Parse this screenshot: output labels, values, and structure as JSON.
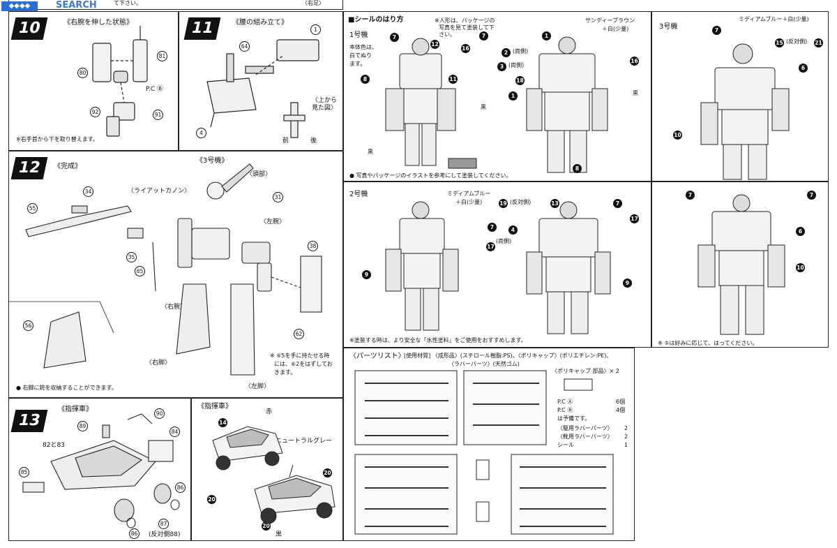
{
  "header": {
    "watermark": "SEARCH",
    "top_fragment_1": "て下さい。",
    "top_fragment_2": "〈右足〉"
  },
  "step10": {
    "number": "10",
    "title": "《右腕を伸した状態》",
    "part_81": "81",
    "part_80": "80",
    "pcb": "P.C Ⓑ",
    "part_92": "92",
    "part_91": "91",
    "note": "※右手首から下を取り替えます。"
  },
  "step11": {
    "number": "11",
    "title": "《腰の組み立て》",
    "part_1": "1",
    "part_64": "64",
    "part_4": "4",
    "view_note_1": "〈上から",
    "view_note_2": "見た図〉",
    "front": "前",
    "back": "後"
  },
  "step12": {
    "number": "12",
    "title": "《完成》",
    "unit": "《3号機》",
    "head": "〈頭部〉",
    "rifle": "〈ライアットカノン〉",
    "part_34": "34",
    "part_55": "55",
    "part_35": "35",
    "part_31": "31",
    "left_arm": "〈左腕〉",
    "part_38": "38",
    "part_65": "65",
    "right_arm": "〈右腕〉",
    "part_62": "62",
    "part_56": "56",
    "right_leg": "〈右脚〉",
    "left_leg": "〈左脚〉",
    "note_1": "※ ⑥5を手に持たせる時",
    "note_2": "には、⑥2をはずしてお",
    "note_3": "きます。",
    "note_storage": "● 右脚に銃を収納することができます。"
  },
  "step13": {
    "number": "13",
    "title": "《指揮車》",
    "part_90": "90",
    "part_89": "89",
    "part_84": "84",
    "part_82_83": "82と83",
    "part_85": "85",
    "part_86a": "86",
    "part_87": "87",
    "part_86b": "86",
    "mirror": "(反対側88)"
  },
  "vehicle_paint": {
    "title": "《指揮車》",
    "red": "赤",
    "part_14": "14",
    "neutral_grey": "ニュートラルグレー",
    "part_20a": "20",
    "part_20b": "20",
    "part_20c": "20",
    "black": "黒"
  },
  "stickers": {
    "title": "■シールのはり方",
    "note_top_1": "※人形は、パッケージの",
    "note_top_2": "写真を見て塗装して下",
    "note_top_3": "さい。",
    "unit1": "1号機",
    "unit1_body_1": "本体色は、",
    "unit1_body_2": "白でぬり",
    "unit1_body_3": "ます。",
    "sandy_brown": "サンディーブラウン",
    "plus_white": "＋白(少量)",
    "both_sides_2": "(両側)",
    "both_sides_3": "(両側)",
    "black": "黒",
    "black_2": "黒",
    "black_3": "黒",
    "note_photo": "● 写真やパッケージのイラストを参考にして塗装してください。",
    "unit3": "3号機",
    "medium_blue": "ミディアムブルー＋白(少量)",
    "reverse_15_21": "(反対側)",
    "unit2": "2号機",
    "medium_blue_2": "ミディアムブルー",
    "plus_white_2": "＋白(少量)",
    "reverse_19_13": "(反対側)",
    "both_sides_4": "(両側)",
    "note_paint": "※塗装する時は、より安全な「水性塗料」をご使用をおすすめします。",
    "note_optional": "※ ⑤は好みに応じて、はってください。"
  },
  "parts_list": {
    "title": "〈パーツリスト〉",
    "materials_1": "[使用材質] 〈成形品〉(スチロール樹脂:PS)、〈ポリキャップ〉(ポリエチレン:PE)、",
    "materials_2": "〈ラバーパーツ〉(天然ゴム)",
    "polycap": "〈ポリキャップ 部品〉× 2",
    "pca": "P.C Ⓐ",
    "pca_qty": "6個",
    "pcb": "P.C Ⓑ",
    "pcb_qty": "4個",
    "spare": "は予備です。",
    "rubber_1": "〈駆用ラバーパーツ〉",
    "rubber_1_qty": "2",
    "rubber_2": "〈靴用ラバーパーツ〉",
    "rubber_2_qty": "2",
    "seal": "シール",
    "seal_qty": "1"
  },
  "sticker_numbers": {
    "u1": [
      "7",
      "12",
      "16",
      "11",
      "8",
      "7",
      "1",
      "2",
      "3",
      "16",
      "18",
      "1",
      "8"
    ],
    "u3": [
      "7",
      "15",
      "21",
      "6",
      "10"
    ],
    "u2": [
      "19",
      "13",
      "7",
      "7",
      "17",
      "4",
      "9",
      "9",
      "17"
    ],
    "u3b": [
      "7",
      "7",
      "6",
      "10"
    ]
  }
}
